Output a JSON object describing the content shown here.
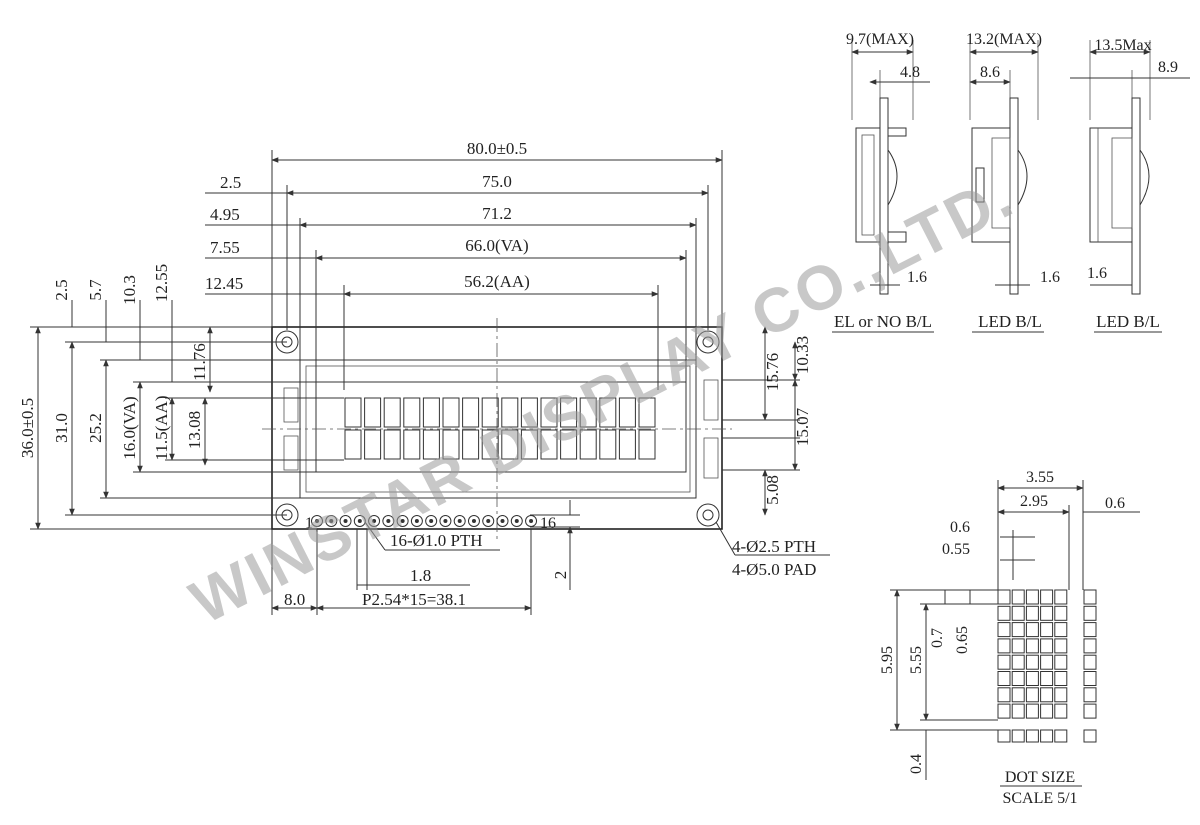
{
  "watermark": "WINSTAR DISPLAY CO.,LTD.",
  "front": {
    "width_total": "80.0±0.5",
    "width_pcb_inner": "75.0",
    "width_71": "71.2",
    "width_va": "66.0(VA)",
    "width_aa": "56.2(AA)",
    "left_offsets": [
      "2.5",
      "4.95",
      "7.55",
      "12.45"
    ],
    "top_offsets": [
      "2.5",
      "5.7",
      "10.3",
      "12.55"
    ],
    "height_total": "36.0±0.5",
    "height_31": "31.0",
    "height_25": "25.2",
    "height_va": "16.0(VA)",
    "height_aa": "11.5(AA)",
    "height_1308": "13.08",
    "height_1176": "11.76",
    "right_1576": "15.76",
    "right_1033": "10.33",
    "right_1507": "15.07",
    "right_508": "5.08",
    "pin_first": "1",
    "pin_last": "16",
    "pins_label": "16-Ø1.0 PTH",
    "pin_pitch_1_8": "1.8",
    "pin_offset_8": "8.0",
    "pin_pitch": "P2.54*15=38.1",
    "pin_2": "2",
    "mount_hole": "4-Ø2.5 PTH",
    "mount_pad": "4-Ø5.0 PAD"
  },
  "side_views": [
    {
      "top_dim": "9.7(MAX)",
      "sub_dim": "4.8",
      "bottom_dim": "1.6",
      "caption": "EL or NO B/L"
    },
    {
      "top_dim": "13.2(MAX)",
      "sub_dim": "8.6",
      "bottom_dim": "1.6",
      "caption": "LED B/L"
    },
    {
      "top_dim": "13.5Max",
      "sub_dim": "8.9",
      "bottom_dim": "1.6",
      "caption": "LED B/L"
    }
  ],
  "dot_size": {
    "w_355": "3.55",
    "w_295": "2.95",
    "w_06_right": "0.6",
    "w_06": "0.6",
    "w_055": "0.55",
    "h_595": "5.95",
    "h_555": "5.55",
    "h_07": "0.7",
    "h_065": "0.65",
    "h_04": "0.4",
    "title": "DOT SIZE",
    "scale": "SCALE 5/1"
  }
}
